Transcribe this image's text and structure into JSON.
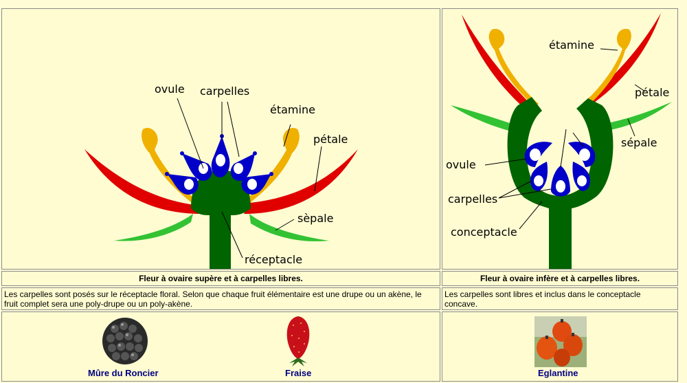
{
  "left_diagram": {
    "labels": {
      "ovule": "ovule",
      "carpelles": "carpelles",
      "etamine": "étamine",
      "petale": "pétale",
      "sepale": "sèpale",
      "receptacle": "réceptacle"
    },
    "caption": "Fleur à ovaire supère et à carpelles libres.",
    "description": "Les carpelles sont posés sur le réceptacle floral. Selon que chaque fruit élémentaire est une drupe ou un akène, le fruit complet sera une poly-drupe ou un poly-akène."
  },
  "right_diagram": {
    "labels": {
      "etamine": "étamine",
      "petale": "pétale",
      "sepale": "sépale",
      "ovule": "ovule",
      "carpelles": "carpelles",
      "conceptacle": "conceptacle"
    },
    "caption": "Fleur à ovaire infère et à carpelles libres.",
    "description": "Les carpelles sont libres et inclus dans le conceptacle concave."
  },
  "fruits": [
    {
      "label": "Mûre du Roncier"
    },
    {
      "label": "Fraise"
    },
    {
      "label": "Eglantine"
    }
  ],
  "colors": {
    "background": "#fffcd2",
    "receptacle_green": "#006400",
    "petal_red": "#e00000",
    "sepal_green": "#33c233",
    "stamen_yellow": "#f0b000",
    "carpel_blue": "#0000c8",
    "link_blue": "#00007f"
  }
}
